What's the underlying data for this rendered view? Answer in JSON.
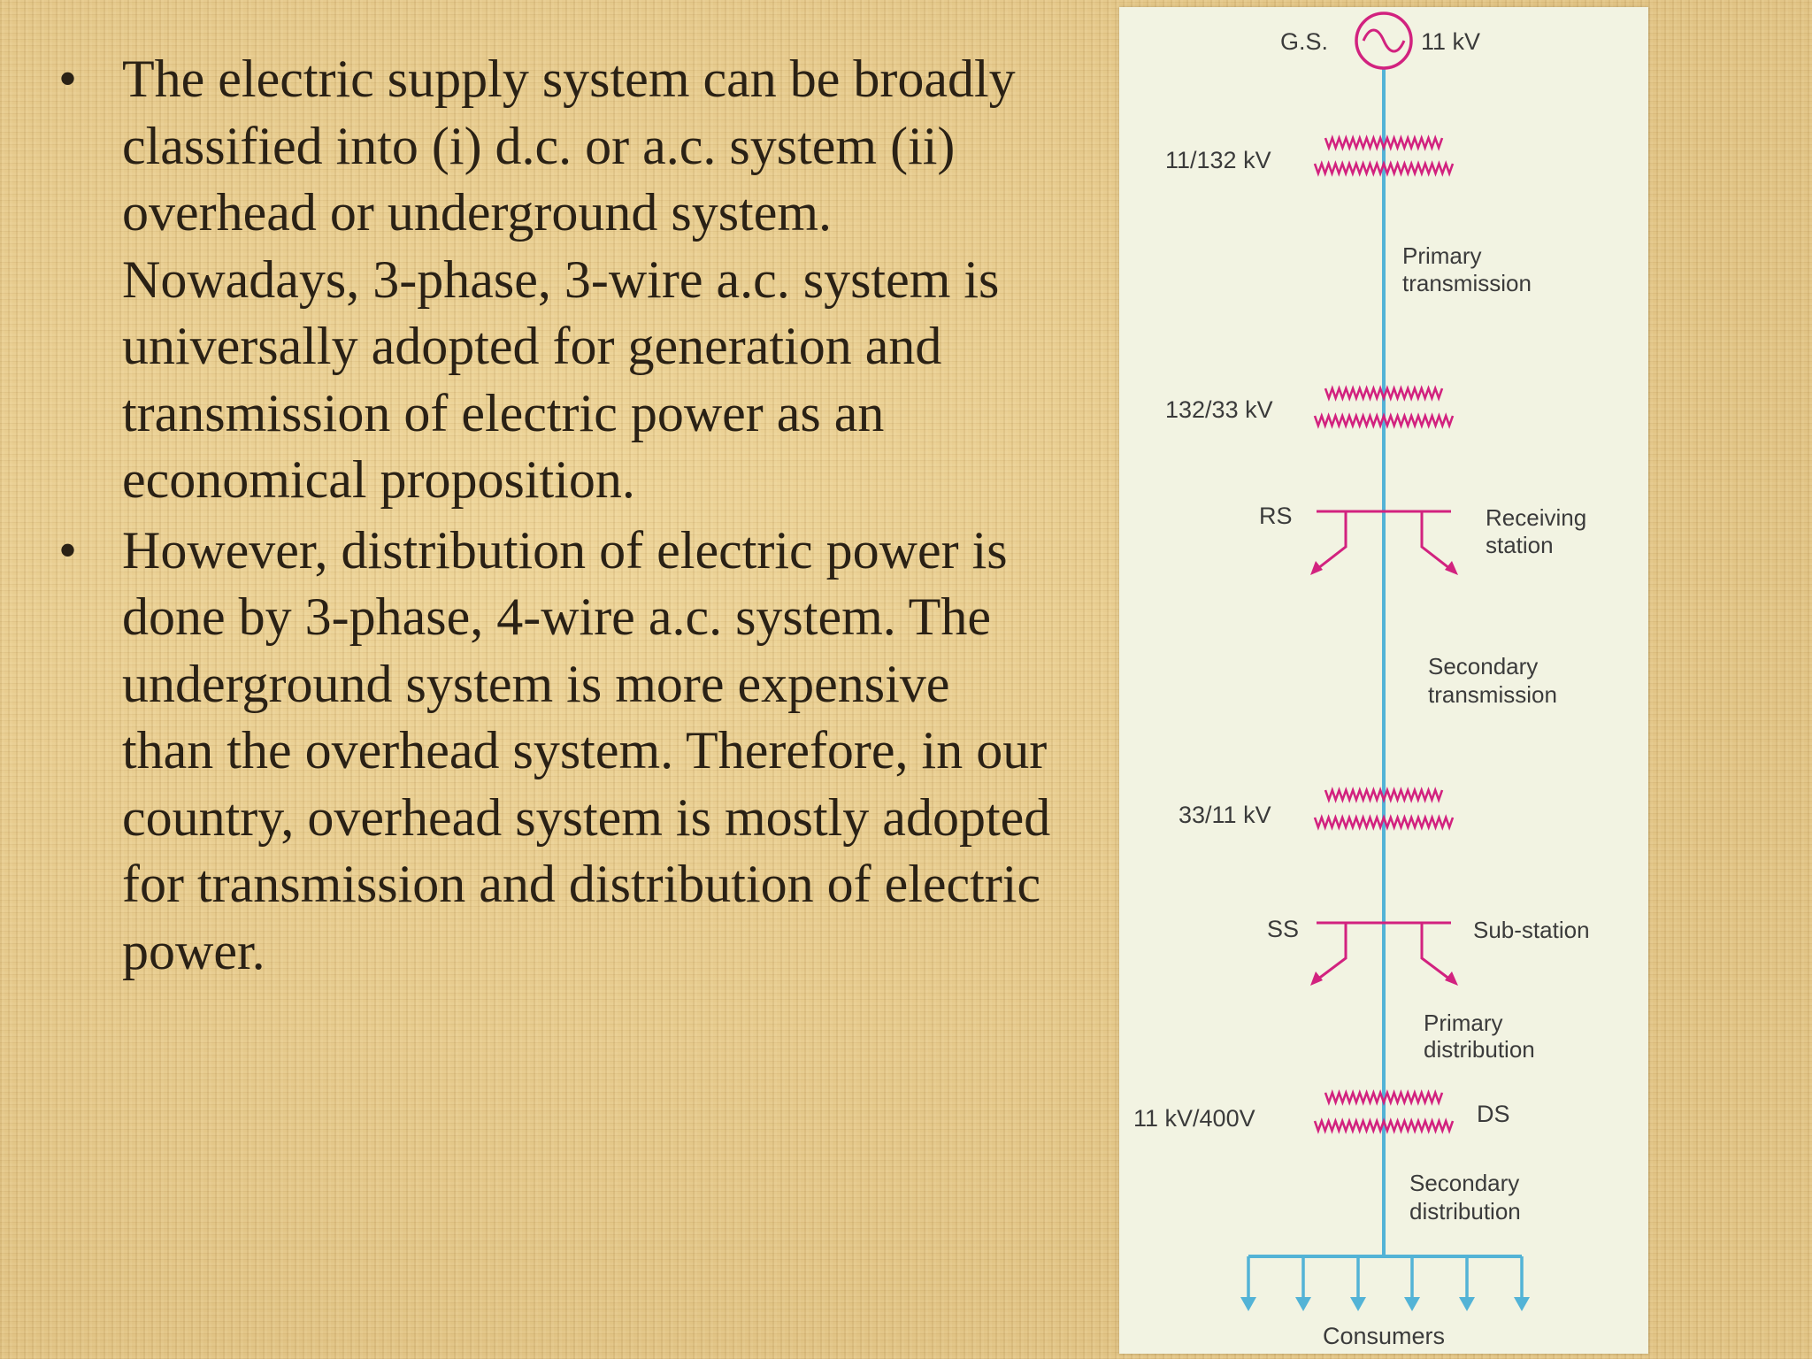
{
  "bullets": [
    "The electric supply system can be broadly classified into (i) d.c. or a.c. system (ii) overhead or underground system.  Nowadays, 3-phase, 3-wire a.c. system is universally adopted for generation and transmission of electric power as an economical proposition.",
    " However, distribution of electric power is done by 3-phase, 4-wire a.c. system.  The underground system is more expensive than the overhead system. Therefore, in our country, overhead system is mostly adopted for transmission and distribution of electric power."
  ],
  "bullet_glyph": "•",
  "diagram": {
    "generator_label": "G.S.",
    "generator_voltage": "11 kV",
    "transformer_1": "11/132 kV",
    "primary_transmission": [
      "Primary",
      "transmission"
    ],
    "transformer_2": "132/33 kV",
    "receiving_station_abbr": "RS",
    "receiving_station": [
      "Receiving",
      "station"
    ],
    "secondary_transmission": [
      "Secondary",
      "transmission"
    ],
    "transformer_3": "33/11 kV",
    "substation_abbr": "SS",
    "substation": "Sub-station",
    "primary_distribution": [
      "Primary",
      "distribution"
    ],
    "transformer_4": "11 kV/400V",
    "distribution_substation_abbr": "DS",
    "secondary_distribution": [
      "Secondary",
      "distribution"
    ],
    "consumers": "Consumers",
    "colors": {
      "main_line": "#53b3d6",
      "transformer_and_branches": "#d2227f",
      "generator": "#d2227f",
      "label_text": "#3b3b3b",
      "panel_background": "#f2f3e2"
    }
  }
}
